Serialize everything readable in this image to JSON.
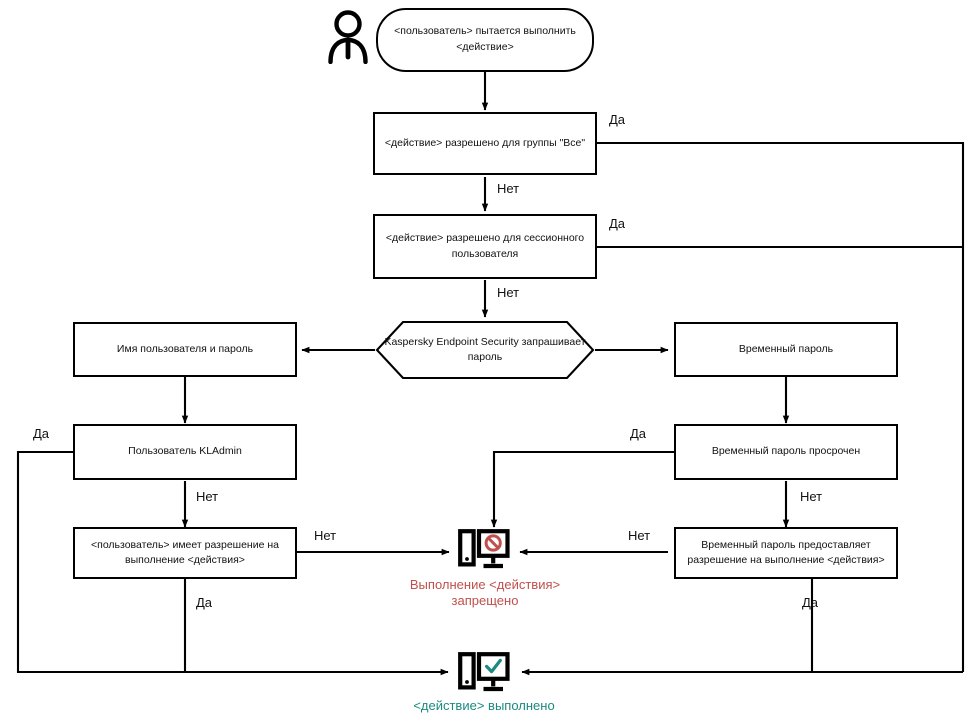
{
  "diagram": {
    "title": "Kaspersky Endpoint Security password check flowchart",
    "colors": {
      "stroke": "#000000",
      "text": "#111111",
      "denied": "#c0504d",
      "success": "#1b8a80",
      "background": "#ffffff"
    },
    "labels": {
      "yes": "Да",
      "no": "Нет"
    },
    "nodes": {
      "actor": {
        "icon": "user-icon"
      },
      "start": {
        "text": "<пользователь> пытается выполнить <действие>"
      },
      "allowed_everyone": {
        "text": "<действие> разрешено для группы \"Все\""
      },
      "allowed_session": {
        "text": "<действие> разрешено для сессионного пользователя"
      },
      "kes_prompt": {
        "text": "Kaspersky Endpoint Security запрашивает пароль"
      },
      "username_password": {
        "text": "Имя пользователя и пароль"
      },
      "kladmin_user": {
        "text": "Пользователь KLAdmin"
      },
      "user_has_permission": {
        "text": "<пользователь> имеет разрешение на выполнение <действия>"
      },
      "temp_password": {
        "text": "Временный пароль"
      },
      "temp_password_expired": {
        "text": "Временный пароль просрочен"
      },
      "temp_password_grants": {
        "text": "Временный пароль предоставляет разрешение на выполнение <действия>"
      },
      "denied": {
        "icon": "monitor-blocked-icon",
        "caption_line1": "Выполнение <действия>",
        "caption_line2": "запрещено"
      },
      "success": {
        "icon": "monitor-check-icon",
        "caption_line1": "<действие> выполнено"
      }
    },
    "edge_labels": [
      {
        "id": "e-everyone-yes",
        "text": "Да"
      },
      {
        "id": "e-everyone-no",
        "text": "Нет"
      },
      {
        "id": "e-session-yes",
        "text": "Да"
      },
      {
        "id": "e-session-no",
        "text": "Нет"
      },
      {
        "id": "e-kladmin-yes",
        "text": "Да"
      },
      {
        "id": "e-kladmin-no",
        "text": "Нет"
      },
      {
        "id": "e-permission-no",
        "text": "Нет"
      },
      {
        "id": "e-permission-yes",
        "text": "Да"
      },
      {
        "id": "e-expired-yes",
        "text": "Да"
      },
      {
        "id": "e-expired-no",
        "text": "Нет"
      },
      {
        "id": "e-grants-no",
        "text": "Нет"
      },
      {
        "id": "e-grants-yes",
        "text": "Да"
      }
    ]
  }
}
